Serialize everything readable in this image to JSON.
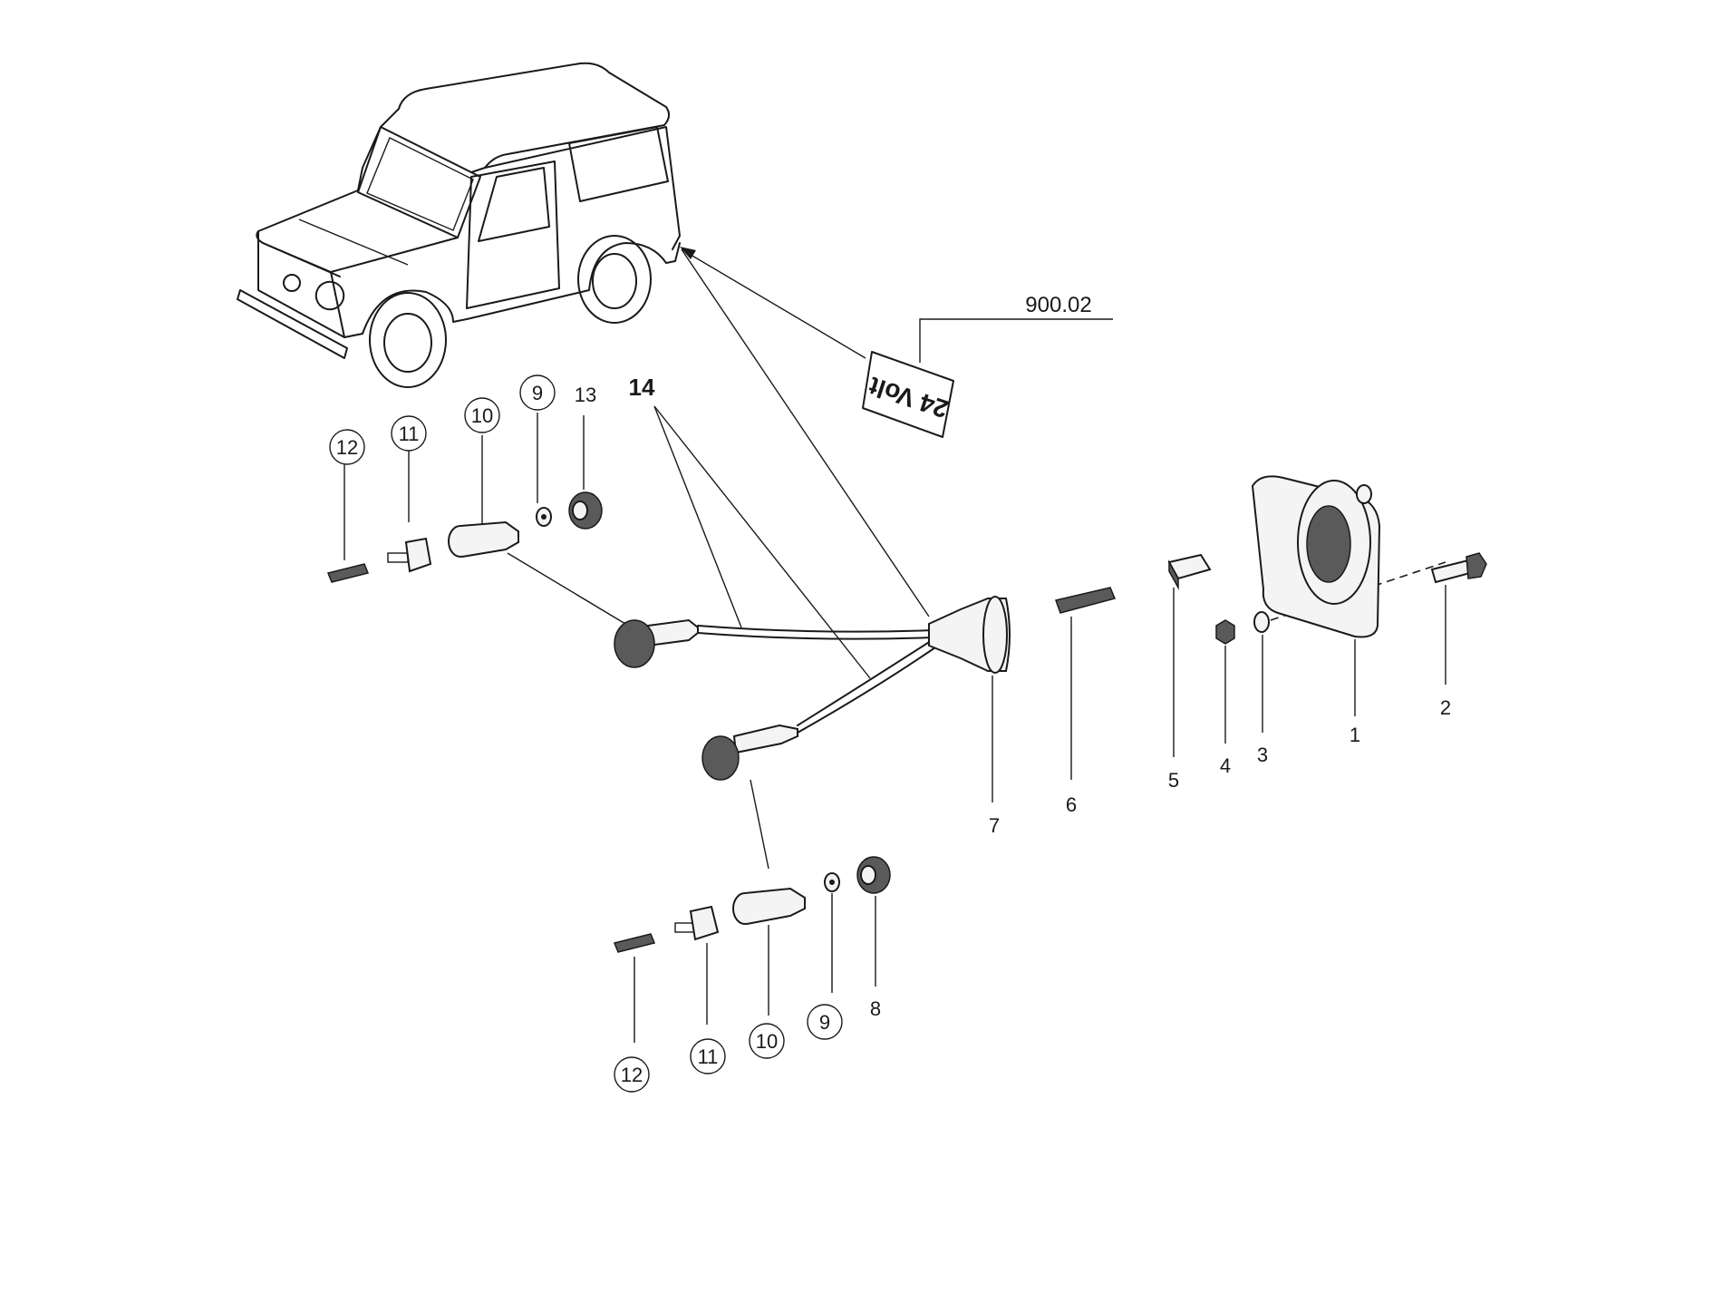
{
  "diagram": {
    "reference": "900.02",
    "plate_text": "24 Volt",
    "callouts": {
      "1": "1",
      "2": "2",
      "3": "3",
      "4": "4",
      "5": "5",
      "6": "6",
      "7": "7",
      "8": "8",
      "9a": "9",
      "10a": "10",
      "11a": "11",
      "12a": "12",
      "13": "13",
      "14": "14",
      "9b": "9",
      "10b": "10",
      "11b": "11",
      "12b": "12"
    }
  }
}
